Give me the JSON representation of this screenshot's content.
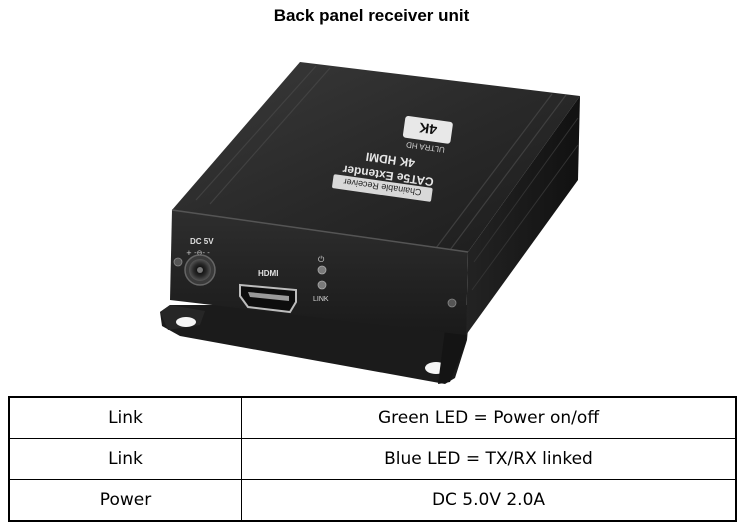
{
  "title": "Back panel receiver unit",
  "device": {
    "label_badge": "4K",
    "label_badge_sub": "ULTRA HD",
    "label_line1": "4K HDMI",
    "label_line2": "CAT5e Extender",
    "label_tag": "Chainable Receiver",
    "port_power_label": "DC 5V",
    "port_power_polarity": "+ -⊖- -",
    "port_hdmi_label": "HDMI",
    "led_power_symbol": "⏻",
    "led_link_label": "LINK"
  },
  "spec_table": {
    "rows": [
      {
        "label": "Link",
        "value": "Green LED = Power on/off"
      },
      {
        "label": "Link",
        "value": "Blue LED = TX/RX linked"
      },
      {
        "label": "Power",
        "value": "DC 5.0V 2.0A"
      }
    ]
  }
}
